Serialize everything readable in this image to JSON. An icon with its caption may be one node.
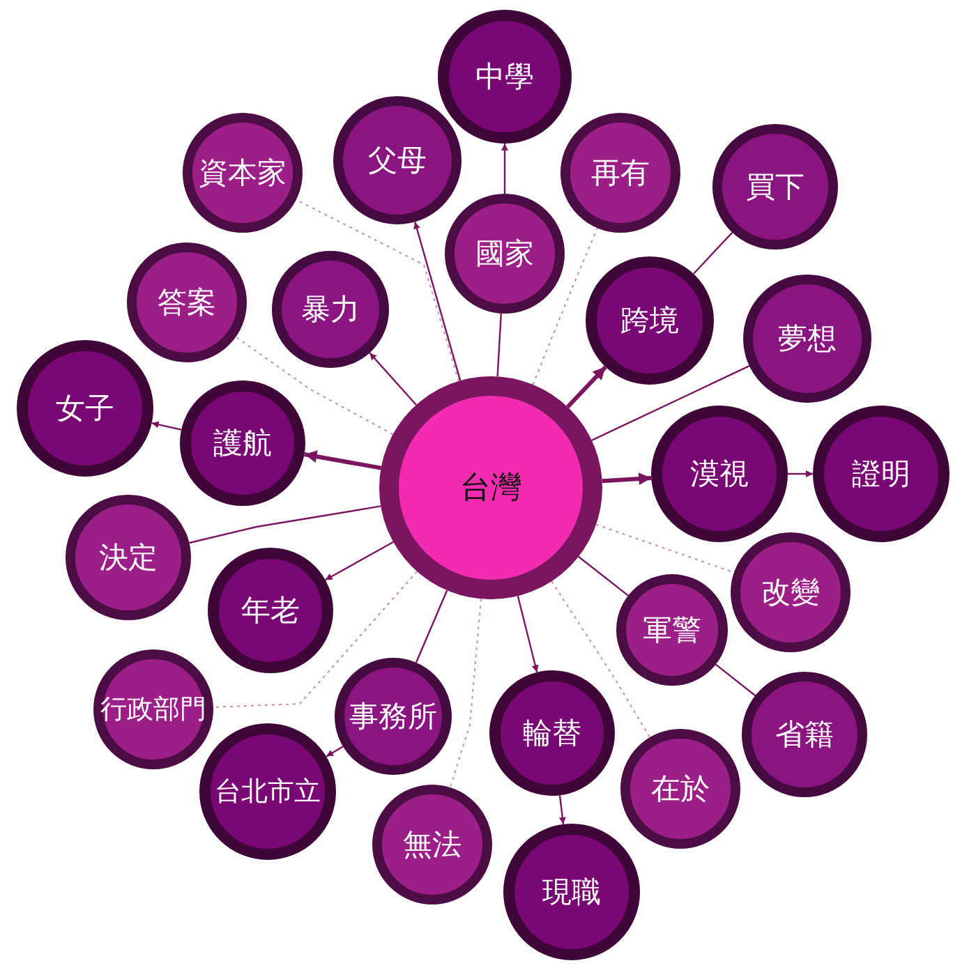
{
  "diagram": {
    "nodes": [
      {
        "text": [
          "台灣"
        ]
      },
      {
        "text": [
          "中學"
        ]
      },
      {
        "text": [
          "資本家"
        ]
      },
      {
        "text": [
          "父母"
        ]
      },
      {
        "text": [
          "再有"
        ]
      },
      {
        "text": [
          "國家"
        ]
      },
      {
        "text": [
          "買下"
        ]
      },
      {
        "text": [
          "答案"
        ]
      },
      {
        "text": [
          "暴力"
        ]
      },
      {
        "text": [
          "跨境"
        ]
      },
      {
        "text": [
          "夢想"
        ]
      },
      {
        "text": [
          "女子"
        ]
      },
      {
        "text": [
          "護航"
        ]
      },
      {
        "text": [
          "漠視"
        ]
      },
      {
        "text": [
          "證明"
        ]
      },
      {
        "text": [
          "決定"
        ]
      },
      {
        "text": [
          "年老"
        ]
      },
      {
        "text": [
          "改變"
        ]
      },
      {
        "text": [
          "軍警"
        ]
      },
      {
        "text": [
          "行政部門"
        ]
      },
      {
        "text": [
          "事務所"
        ]
      },
      {
        "text": [
          "輪替"
        ]
      },
      {
        "text": [
          "省籍"
        ]
      },
      {
        "text": [
          "台北市立"
        ]
      },
      {
        "text": [
          "在於"
        ]
      },
      {
        "text": [
          "無法"
        ]
      },
      {
        "text": [
          "現職"
        ]
      }
    ],
    "edges": [
      {
        "from": 0,
        "to": 5,
        "arrow": "none"
      },
      {
        "from": 5,
        "to": 1,
        "arrow": "to"
      },
      {
        "from": 0,
        "to": 3,
        "arrow": "to"
      },
      {
        "from": 0,
        "to": 8,
        "arrow": "to"
      },
      {
        "from": 0,
        "to": 12,
        "arrow": "to",
        "style": "thick"
      },
      {
        "from": 12,
        "to": 11,
        "arrow": "to"
      },
      {
        "from": 0,
        "to": 15,
        "arrow": "none"
      },
      {
        "from": 0,
        "to": 16,
        "arrow": "to"
      },
      {
        "from": 0,
        "to": 20,
        "arrow": "none"
      },
      {
        "from": 20,
        "to": 23,
        "arrow": "to"
      },
      {
        "from": 0,
        "to": 21,
        "arrow": "to"
      },
      {
        "from": 21,
        "to": 26,
        "arrow": "to"
      },
      {
        "from": 0,
        "to": 18,
        "arrow": "none"
      },
      {
        "from": 18,
        "to": 22,
        "arrow": "none"
      },
      {
        "from": 0,
        "to": 9,
        "arrow": "to",
        "style": "thick"
      },
      {
        "from": 9,
        "to": 6,
        "arrow": "none"
      },
      {
        "from": 0,
        "to": 10,
        "arrow": "none"
      },
      {
        "from": 0,
        "to": 13,
        "arrow": "to",
        "style": "thick"
      },
      {
        "from": 13,
        "to": 14,
        "arrow": "to"
      },
      {
        "from": 0,
        "to": 2,
        "arrow": "none",
        "style": "dashed",
        "color": "#c58ab5"
      },
      {
        "from": 0,
        "to": 7,
        "arrow": "none",
        "style": "dashed",
        "color": "#c58ab5"
      },
      {
        "from": 0,
        "to": 4,
        "arrow": "none",
        "style": "dashed",
        "color": "#c58ab5"
      },
      {
        "from": 0,
        "to": 17,
        "arrow": "none",
        "style": "dashed",
        "color": "#c58ab5"
      },
      {
        "from": 0,
        "to": 24,
        "arrow": "none",
        "style": "dashed",
        "color": "#c58ab5"
      },
      {
        "from": 0,
        "to": 25,
        "arrow": "none",
        "style": "dashed",
        "color": "#c58ab5"
      },
      {
        "from": 0,
        "to": 19,
        "arrow": "none",
        "style": "dashed",
        "color": "#c58ab5"
      }
    ]
  }
}
